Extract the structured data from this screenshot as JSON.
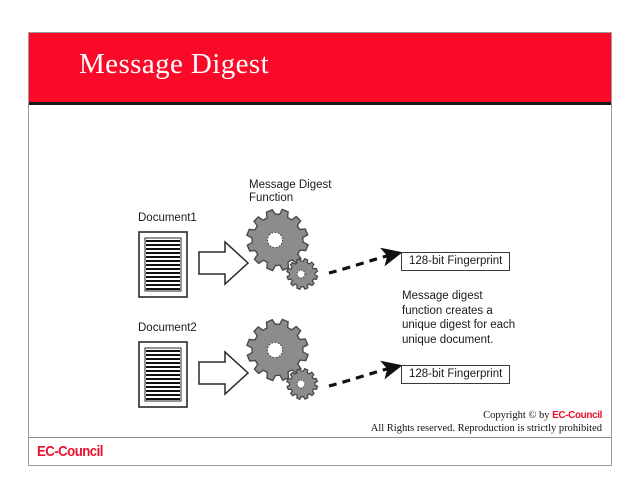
{
  "slide": {
    "title": "Message Digest",
    "banner_color": "#fa0a28",
    "title_color": "#ffffff"
  },
  "diagram": {
    "function_label": "Message Digest\nFunction",
    "rows": [
      {
        "document_label": "Document1",
        "output_label": "128-bit Fingerprint"
      },
      {
        "document_label": "Document2",
        "output_label": "128-bit Fingerprint"
      }
    ],
    "description": "Message digest\nfunction creates a\nunique digest for each\nunique document.",
    "gear_color": "#8c8c8c",
    "gear_outline": "#4a4a4a"
  },
  "footer": {
    "logo": "EC-Council",
    "copyright_prefix": "Copyright © by ",
    "copyright_brand": "EC-Council",
    "rights": "All Rights reserved. Reproduction is strictly prohibited",
    "brand_color": "#e8112d"
  }
}
